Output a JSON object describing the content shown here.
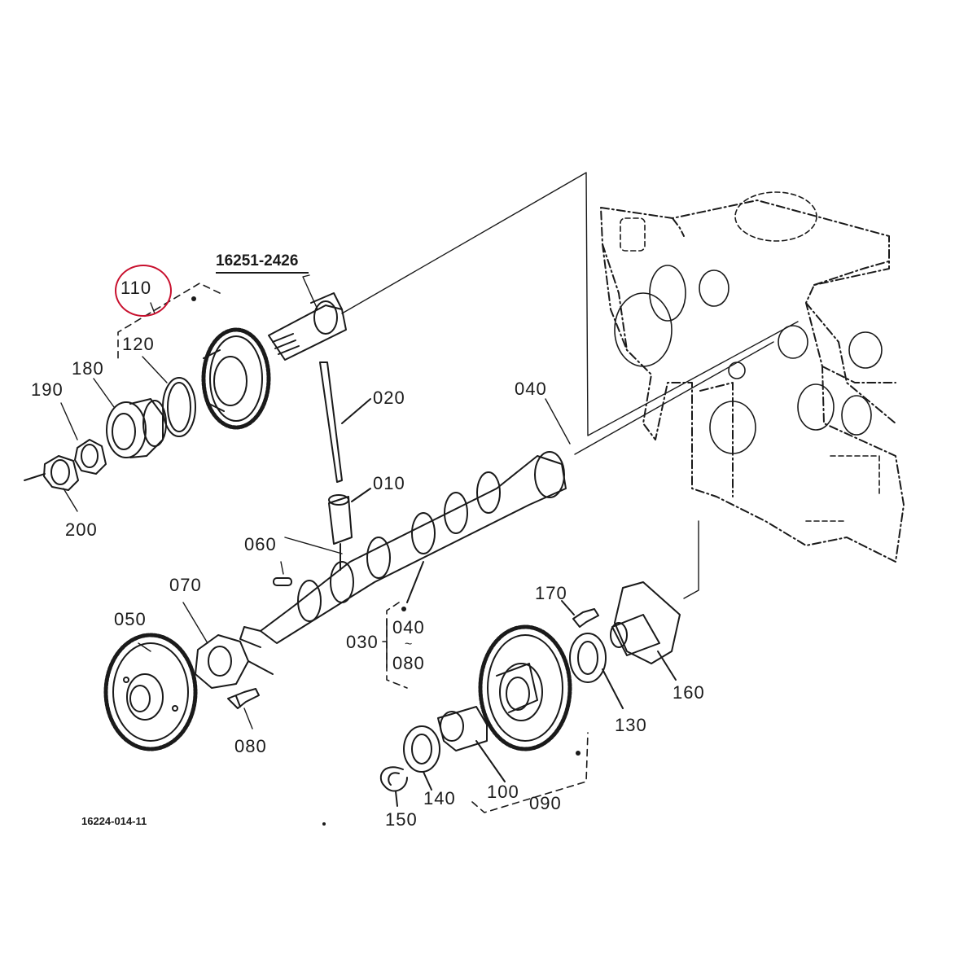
{
  "diagram": {
    "drawing_number": "16224-014-11",
    "highlight_color": "#c8102e",
    "highlighted_label": "110",
    "part_number": "16251-2426",
    "callouts": [
      {
        "id": "c110",
        "text": "110",
        "highlighted": true
      },
      {
        "id": "c120",
        "text": "120"
      },
      {
        "id": "c180",
        "text": "180"
      },
      {
        "id": "c190",
        "text": "190"
      },
      {
        "id": "c200",
        "text": "200"
      },
      {
        "id": "c020",
        "text": "020"
      },
      {
        "id": "c010",
        "text": "010"
      },
      {
        "id": "c040a",
        "text": "040"
      },
      {
        "id": "c060",
        "text": "060"
      },
      {
        "id": "c070",
        "text": "070"
      },
      {
        "id": "c050",
        "text": "050"
      },
      {
        "id": "c080a",
        "text": "080"
      },
      {
        "id": "c030",
        "text": "030"
      },
      {
        "id": "c040b",
        "text": "040"
      },
      {
        "id": "ctilde",
        "text": "~"
      },
      {
        "id": "c080b",
        "text": "080"
      },
      {
        "id": "c170",
        "text": "170"
      },
      {
        "id": "c160",
        "text": "160"
      },
      {
        "id": "c130",
        "text": "130"
      },
      {
        "id": "c100",
        "text": "100"
      },
      {
        "id": "c090",
        "text": "090"
      },
      {
        "id": "c140",
        "text": "140"
      },
      {
        "id": "c150",
        "text": "150"
      }
    ]
  }
}
